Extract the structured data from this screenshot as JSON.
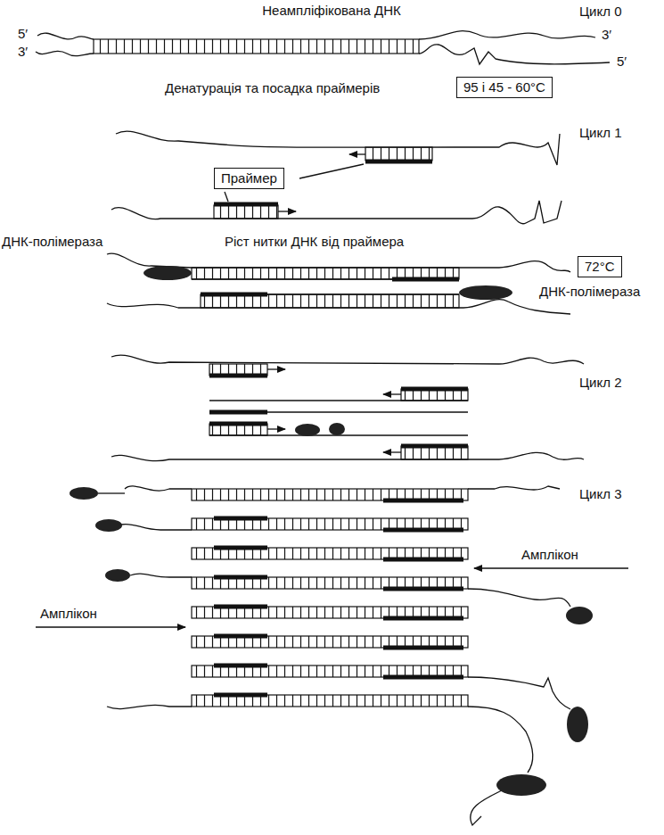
{
  "diagram": {
    "nodes": [
      {
        "text": [
          "95 і 45 - 60°C"
        ]
      },
      {
        "text": [
          "Праймер"
        ]
      },
      {
        "text": [
          "72°C"
        ]
      }
    ],
    "labels": [
      "Неампліфікована ДНК",
      "Цикл 0",
      "5′",
      "3′",
      "3′",
      "5′",
      "Денатурація та посадка праймерів",
      "Цикл 1",
      "ДНК-полімераза",
      "Ріст нитки ДНК від праймера",
      "ДНК-полімераза",
      "Цикл 2",
      "Цикл 3",
      "Амплікон",
      "Амплікон"
    ]
  }
}
